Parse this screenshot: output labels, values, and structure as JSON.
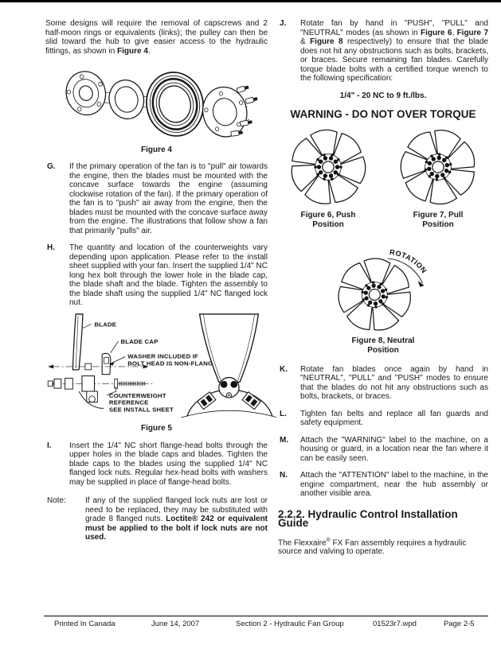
{
  "intro": {
    "runs": [
      "Some designs will require the removal of capscrews and 2 half-moon rings or equivalents (links); the pulley can then be slid toward the hub to give easier access to the hydraulic fittings, as shown in ",
      "Figure 4",
      "."
    ]
  },
  "fig4": {
    "caption": "Figure 4"
  },
  "fig5": {
    "caption": "Figure 5",
    "labels": {
      "blade": "BLADE",
      "cap": "BLADE CAP",
      "washer1": "WASHER INCLUDED IF",
      "washer2": "BOLT HEAD IS NON-FLANGED",
      "cw1": "COUNTERWEIGHT",
      "cw2": "REFERENCE",
      "cw3": "SEE INSTALL SHEET"
    }
  },
  "fig6": {
    "cap1": "Figure 6, Push",
    "cap2": "Position"
  },
  "fig7": {
    "cap1": "Figure 7, Pull",
    "cap2": "Position"
  },
  "fig8": {
    "cap1": "Figure 8, Neutral",
    "cap2": "Position",
    "rotation": "ROTATION"
  },
  "items": {
    "g": {
      "letter": "G.",
      "text": "If the primary operation of the fan is to \"pull\" air towards the engine, then the blades must be mounted with the concave surface towards the engine (assuming clockwise rotation of the fan).  If the primary operation of the fan is to \"push\" air away from the engine, then the blades must be mounted with the concave surface away from the engine.  The illustrations that follow show a fan that primarily \"pulls\" air."
    },
    "h": {
      "letter": "H.",
      "text": "The quantity and location of the counterweights vary depending upon application.  Please refer to the install sheet supplied with your fan. Insert the supplied 1/4\" NC long hex bolt through the lower hole in the blade cap, the blade shaft and the blade. Tighten the assembly to the blade shaft using the supplied  1/4\" NC flanged lock nut."
    },
    "i": {
      "letter": "I.",
      "text": "Insert the 1/4\" NC short flange-head bolts through the upper holes in the blade caps and blades. Tighten the blade caps to the blades using the supplied 1/4\" NC flanged lock nuts.  Regular hex-head bolts with washers may be supplied in place of flange-head bolts."
    },
    "j": {
      "letter": "J.",
      "runs": [
        "Rotate fan by hand in \"PUSH\", \"PULL\" and \"NEUTRAL\" modes (as shown in ",
        "Figure 6",
        ", ",
        "Figure 7",
        " & ",
        "Figure 8",
        " respectively) to ensure that the blade does not hit any obstructions such as bolts, brackets, or braces. Secure remaining fan blades. Carefully torque blade bolts with a certified torque wrench to the following specification:"
      ]
    },
    "k": {
      "letter": "K.",
      "text": "Rotate fan blades once again by hand in \"NEUTRAL\", \"PULL\" and \"PUSH\" modes to ensure that the blades do not hit any obstructions such as bolts, brackets, or braces."
    },
    "l": {
      "letter": "L.",
      "text": "Tighten fan belts and replace all fan guards and safety equipment."
    },
    "m": {
      "letter": "M.",
      "text": "Attach the \"WARNING\" label to the machine, on a housing or guard, in a location near the fan where it can be easily seen."
    },
    "n": {
      "letter": "N.",
      "text": "Attach the \"ATTENTION\" label to the machine, in the engine compartment, near the hub assembly or another visible area."
    }
  },
  "note": {
    "label": "Note:",
    "runs": [
      "If any of the supplied flanged lock nuts are lost or need to be replaced, they may be substituted with grade 8 flanged nuts. ",
      "Loctite® 242 or equivalent must be applied to the bolt if lock nuts are not used."
    ]
  },
  "spec": "1/4\" - 20 NC to 9 ft./lbs.",
  "warning": "WARNING - DO NOT OVER TORQUE",
  "section": {
    "heading": "2.2.2. Hydraulic Control Installation Guide"
  },
  "closing": {
    "runs": [
      "The Flexxaire",
      "®",
      " FX Fan assembly requires a hydraulic source and valving to operate."
    ]
  },
  "footer": {
    "printed": "Printed In Canada",
    "date": "June 14, 2007",
    "section": "Section 2 - Hydraulic Fan Group",
    "file": "01523r7.wpd",
    "page": "Page 2-5"
  }
}
